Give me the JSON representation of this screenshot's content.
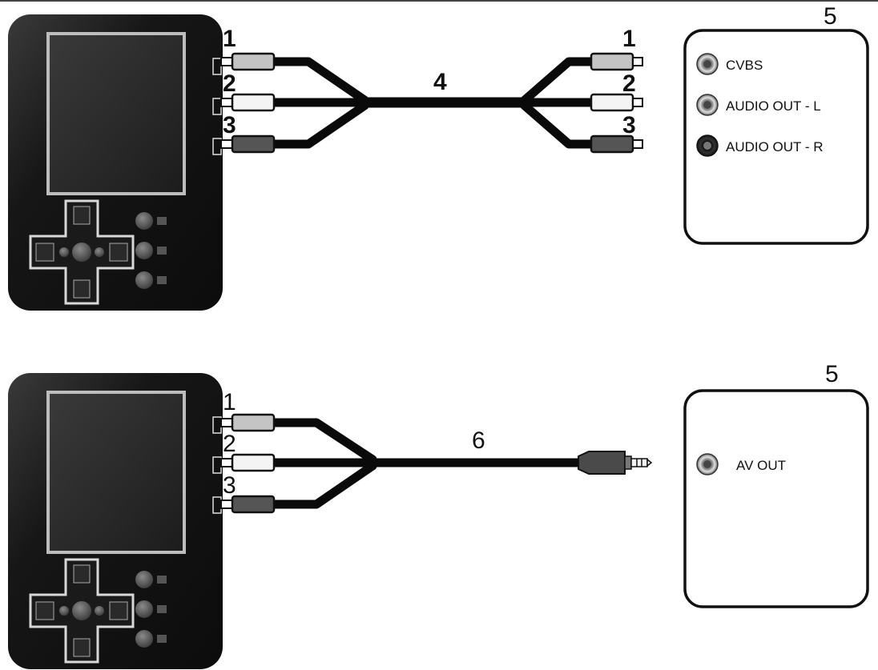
{
  "callouts": {
    "top": {
      "plug1_device": "1",
      "plug2_device": "2",
      "plug3_device": "3",
      "cable": "4",
      "plug1_far": "1",
      "plug2_far": "2",
      "plug3_far": "3",
      "target": "5"
    },
    "bottom": {
      "plug1_device": "1",
      "plug2_device": "2",
      "plug3_device": "3",
      "cable": "6",
      "target": "5"
    }
  },
  "target_top": {
    "jacks": [
      {
        "label": "CVBS",
        "color": "#c9c9c9"
      },
      {
        "label": "AUDIO OUT - L",
        "color": "#d8d8d8"
      },
      {
        "label": "AUDIO OUT - R",
        "color": "#3a3a3a"
      }
    ]
  },
  "target_bottom": {
    "jacks": [
      {
        "label": "AV OUT",
        "color": "#c9c9c9"
      }
    ]
  },
  "plug_colors": {
    "plug1": "#c4c4c4",
    "plug2": "#f4f4f4",
    "plug3": "#555555"
  },
  "device": {
    "body_color": "#151515",
    "screen_color": "#2a2a2a"
  }
}
